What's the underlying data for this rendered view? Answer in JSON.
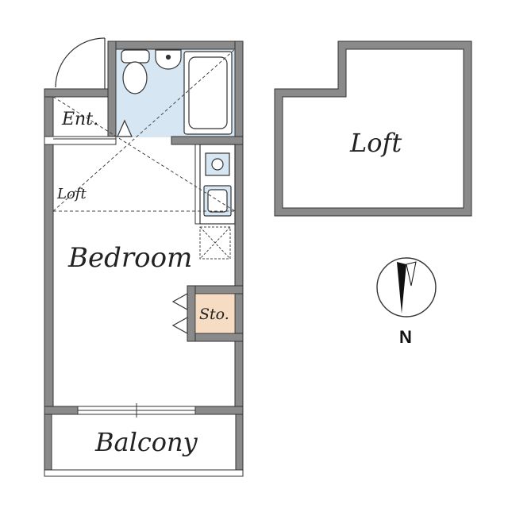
{
  "labels": {
    "entrance": "Ent.",
    "loft_main": "Loft",
    "bedroom": "Bedroom",
    "storage": "Sto.",
    "balcony": "Balcony",
    "loft_upper": "Loft",
    "north": "N"
  },
  "colors": {
    "wall": "#8a8a8a",
    "wall_outline": "#333333",
    "bath_fill": "#d6e7f3",
    "storage_fill": "#f5dcc2",
    "line": "#444444"
  },
  "icons": [
    "toilet-icon",
    "sink-icon",
    "bathtub-icon",
    "stove-icon",
    "kitchen-sink-icon",
    "washer-space-icon",
    "compass-icon",
    "door-swing-icon",
    "window-icon",
    "closet-door-icon"
  ]
}
